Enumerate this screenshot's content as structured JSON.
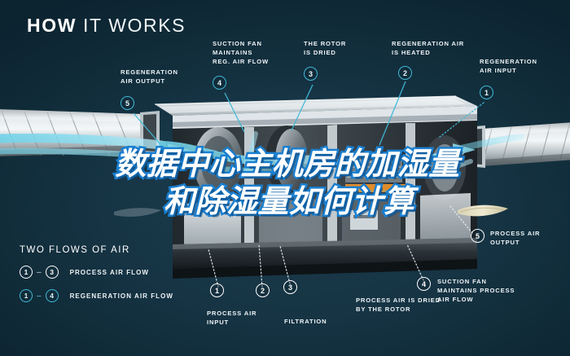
{
  "header": {
    "title_bold": "HOW",
    "title_light": "IT WORKS"
  },
  "overlay": {
    "line1": "数据中心主机房的加湿量",
    "line2": "和除湿量如何计算"
  },
  "callouts": [
    {
      "id": "regeneration-air-output",
      "number": "5",
      "marker_style": "cyan",
      "label": "REGENERATION\nAIR OUTPUT"
    },
    {
      "id": "suction-fan-reg-air-flow",
      "number": "4",
      "marker_style": "cyan",
      "label": "SUCTION FAN\nMAINTAINS\nREG. AIR FLOW"
    },
    {
      "id": "the-rotor-is-dried",
      "number": "3",
      "marker_style": "cyan",
      "label": "THE ROTOR\nIS DRIED"
    },
    {
      "id": "regeneration-air-is-heated",
      "number": "2",
      "marker_style": "cyan",
      "label": "REGENERATION AIR\nIS HEATED"
    },
    {
      "id": "regeneration-air-input",
      "number": "1",
      "marker_style": "cyan",
      "label": "REGENERATION\nAIR INPUT"
    },
    {
      "id": "process-air-output",
      "number": "5",
      "marker_style": "white",
      "label": "PROCESS AIR\nOUTPUT"
    },
    {
      "id": "suction-fan-process-air-flow",
      "number": "4",
      "marker_style": "white",
      "label": "SUCTION FAN\nMAINTAINS PROCESS\nAIR FLOW"
    },
    {
      "id": "process-air-is-dried-by-rotor",
      "number": "3",
      "marker_style": "white",
      "label": "PROCESS AIR IS DRIED\nBY THE ROTOR"
    },
    {
      "id": "filtration",
      "number": "2",
      "marker_style": "white",
      "label": "FILTRATION"
    },
    {
      "id": "process-air-input",
      "number": "1",
      "marker_style": "white",
      "label": "PROCESS AIR\nINPUT"
    }
  ],
  "legend": {
    "title": "TWO FLOWS OF AIR",
    "rows": [
      {
        "from": "1",
        "dash": "–",
        "to": "3",
        "label": "PROCESS AIR FLOW",
        "style": "white"
      },
      {
        "from": "1",
        "dash": "–",
        "to": "4",
        "label": "REGENERATION AIR FLOW",
        "style": "cyan"
      }
    ]
  },
  "colors": {
    "background": "#12303e",
    "accent_cyan": "#3fb9d8",
    "overlay_stroke": "#1a7fd0",
    "text": "#ffffff"
  }
}
